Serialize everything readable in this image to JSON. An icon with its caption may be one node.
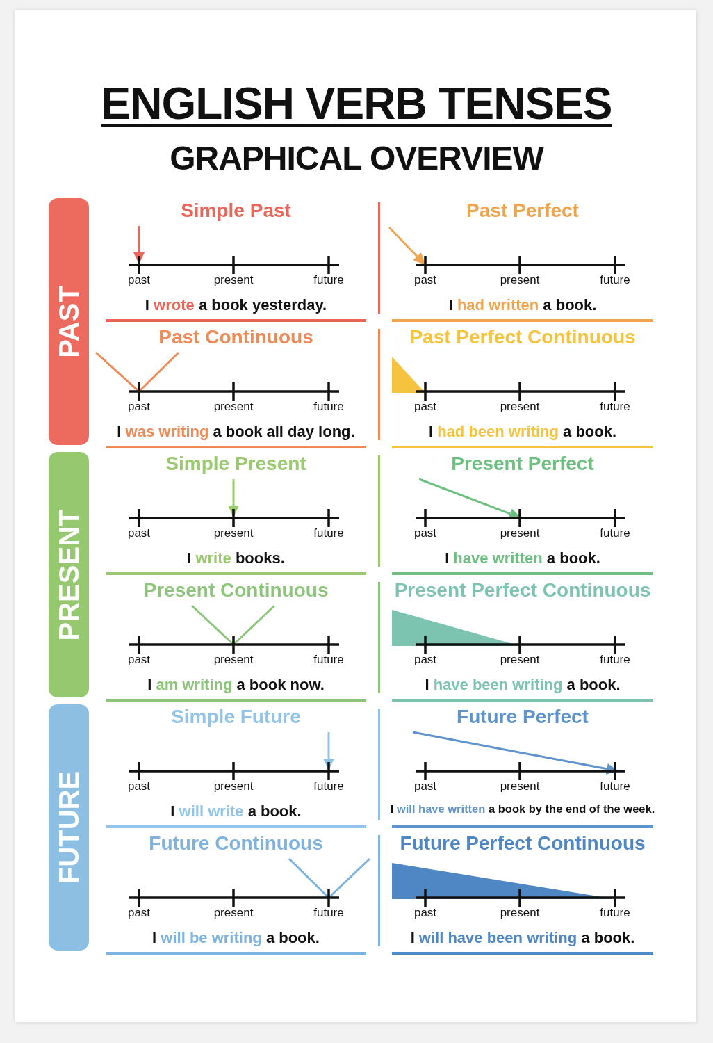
{
  "diagram": {
    "title": "ENGLISH VERB TENSES",
    "nodes": [
      {
        "text": [
          "PAST"
        ]
      },
      {
        "text": [
          "PRESENT"
        ]
      },
      {
        "text": [
          "FUTURE"
        ]
      },
      {
        "text": [
          "Simple Past",
          "I **wrote** a book yesterday."
        ]
      },
      {
        "text": [
          "Past Perfect",
          "I **had written** a book."
        ]
      },
      {
        "text": [
          "Past Continuous",
          "I **was writing** a book all day long."
        ]
      },
      {
        "text": [
          "Past Perfect Continuous",
          "I **had been writing** a book."
        ]
      },
      {
        "text": [
          "Simple Present",
          "I **write** books."
        ]
      },
      {
        "text": [
          "Present Perfect",
          "I **have written** a book."
        ]
      },
      {
        "text": [
          "Present Continuous",
          "I **am writing** a book now."
        ]
      },
      {
        "text": [
          "Present Perfect Continuous",
          "I **have been writing** a book."
        ]
      },
      {
        "text": [
          "Simple Future",
          "I **will write** a book."
        ]
      },
      {
        "text": [
          "Future Perfect",
          "I **will have written** a book by the end of the week."
        ]
      },
      {
        "text": [
          "Future Continuous",
          "I **will be writing** a book."
        ]
      },
      {
        "text": [
          "Future Perfect Continuous",
          "I **will have been writing** a book."
        ]
      }
    ],
    "labels": [
      "GRAPHICAL OVERVIEW",
      "past",
      "present",
      "future",
      "past",
      "present",
      "future",
      "past",
      "present",
      "future",
      "past",
      "present",
      "future",
      "past",
      "present",
      "future",
      "past",
      "present",
      "future",
      "past",
      "present",
      "future",
      "past",
      "present",
      "future",
      "past",
      "present",
      "future",
      "past",
      "present",
      "future",
      "past",
      "present",
      "future",
      "past",
      "present",
      "future"
    ]
  }
}
